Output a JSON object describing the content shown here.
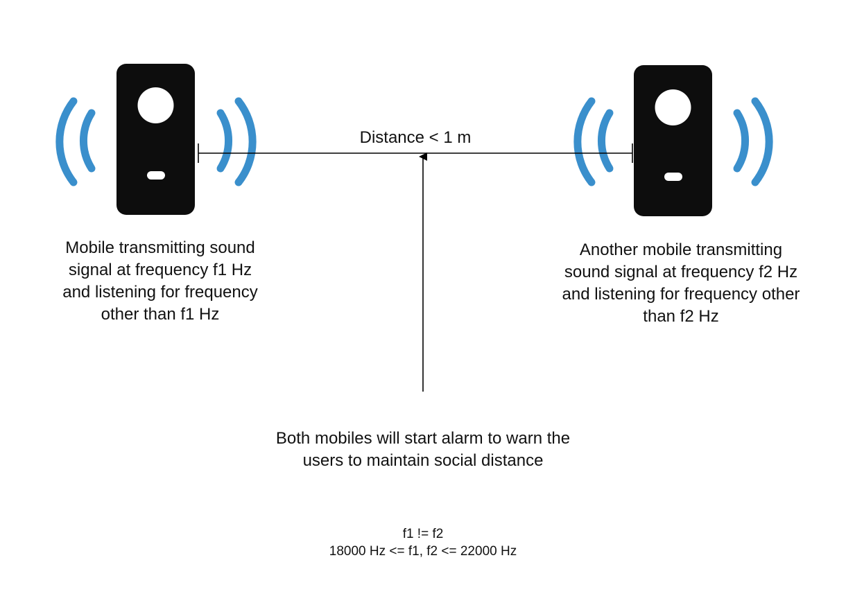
{
  "distance_label": "Distance < 1 m",
  "left_device": {
    "caption_lines": [
      "Mobile transmitting sound",
      "signal at frequency f1 Hz",
      "and listening for frequency",
      "other than f1 Hz"
    ]
  },
  "right_device": {
    "caption_lines": [
      "Another mobile transmitting",
      "sound signal at frequency f2 Hz",
      "and listening for frequency other",
      "than f2 Hz"
    ]
  },
  "alarm_text_lines": [
    "Both mobiles will start alarm to warn the",
    "users to maintain social distance"
  ],
  "conditions_lines": [
    "f1 != f2",
    "18000 Hz <= f1, f2 <= 22000 Hz"
  ],
  "icons": {
    "device": "speaker-phone-icon",
    "waves": "sound-waves-icon"
  },
  "colors": {
    "device": "#0d0d0d",
    "waves": "#3a8fcc",
    "lines": "#000000",
    "text": "#111111"
  }
}
